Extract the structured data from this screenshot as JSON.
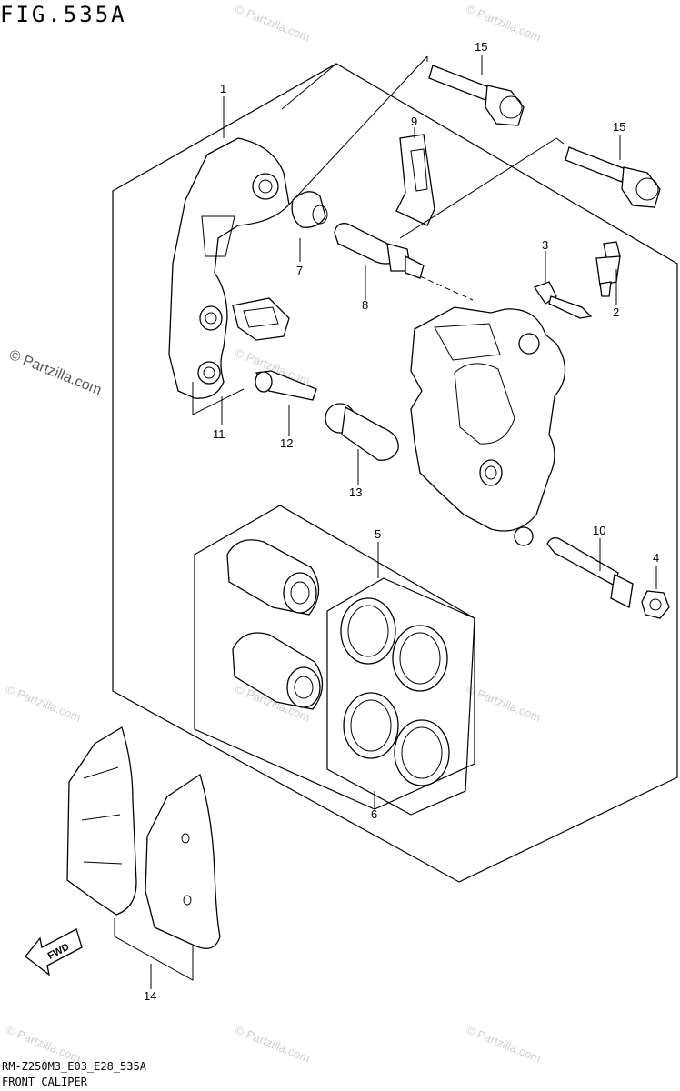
{
  "figure": {
    "title": "FIG.535A",
    "model_code": "RM-Z250M3_E03_E28_535A",
    "name": "FRONT CALIPER"
  },
  "watermark": {
    "main_text": "© Partzilla.com",
    "repeat_text": "© Partzilla.com"
  },
  "callouts": {
    "c1": "1",
    "c2": "2",
    "c3": "3",
    "c4": "4",
    "c5": "5",
    "c6": "6",
    "c7": "7",
    "c8": "8",
    "c9": "9",
    "c10": "10",
    "c11": "11",
    "c12": "12",
    "c13": "13",
    "c14": "14",
    "c15a": "15",
    "c15b": "15"
  },
  "fwd_label": "FWD"
}
